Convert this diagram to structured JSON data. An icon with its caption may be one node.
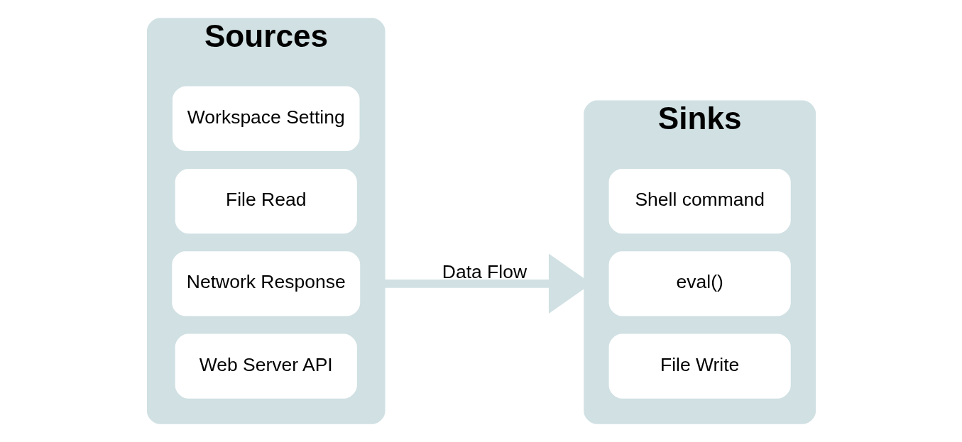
{
  "diagram": {
    "nodes": [
      {
        "text": [
          "Sources"
        ]
      },
      {
        "text": [
          "Workspace Setting"
        ],
        "in": 0
      },
      {
        "text": [
          "File Read"
        ],
        "in": 0
      },
      {
        "text": [
          "Network Response"
        ],
        "in": 0
      },
      {
        "text": [
          "Web Server API"
        ],
        "in": 0
      },
      {
        "text": [
          "Sinks"
        ]
      },
      {
        "text": [
          "Shell command"
        ],
        "in": 5
      },
      {
        "text": [
          "eval()"
        ],
        "in": 5
      },
      {
        "text": [
          "File Write"
        ],
        "in": 5
      }
    ],
    "edges": [
      {
        "from": 0,
        "to": 5,
        "arrow": "to",
        "label": "Data Flow"
      }
    ]
  }
}
